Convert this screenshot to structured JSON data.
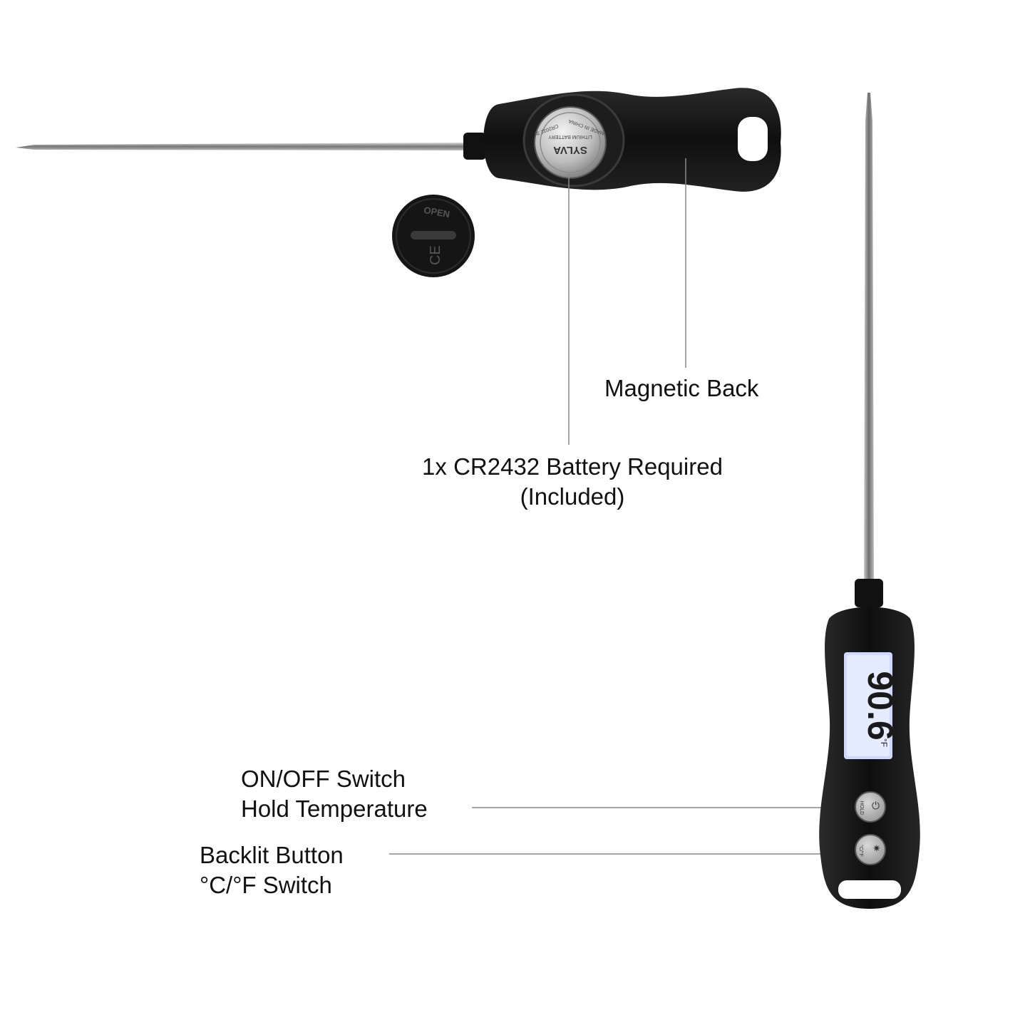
{
  "callouts": {
    "magnetic_back": "Magnetic Back",
    "battery_line1": "1x CR2432 Battery Required",
    "battery_line2": "(Included)",
    "onoff_line1": "ON/OFF Switch",
    "onoff_line2": "Hold Temperature",
    "backlit_line1": "Backlit Button",
    "backlit_line2": "°C/°F Switch"
  },
  "device": {
    "display_reading": "90.6",
    "battery_brand": "SYLVA",
    "battery_text1": "LITHIUM BATTERY",
    "battery_text2": "MADE IN CHINA",
    "battery_text3": "CR2032 3V",
    "cap_text": "OPEN",
    "cap_mark": "CE",
    "button_hold_label": "HOLD",
    "button_unit_label": "°C/°F",
    "display_unit": "°F"
  },
  "colors": {
    "body": "#151515",
    "probe": "#9a9a9a",
    "lcd": "#e6ecff",
    "leader": "#888888"
  }
}
